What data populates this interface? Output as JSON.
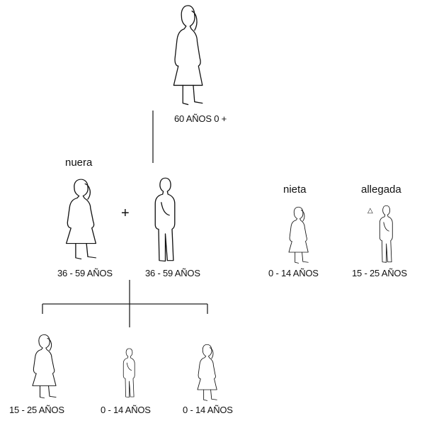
{
  "people": {
    "grandmother": {
      "age": "60 AÑOS 0 +",
      "figure": "woman-silhouette"
    },
    "daughter_in_law": {
      "role": "nuera",
      "age": "36 - 59 AÑOS",
      "figure": "woman-silhouette"
    },
    "son": {
      "age": "36 - 59 AÑOS",
      "figure": "man-silhouette"
    },
    "granddaughter": {
      "role": "nieta",
      "age": "0 - 14 AÑOS",
      "figure": "girl-silhouette"
    },
    "lodger": {
      "role": "allegada",
      "age": "15 - 25 AÑOS",
      "figure": "man-silhouette",
      "marker": "△"
    },
    "child_1": {
      "age": "15 - 25 AÑOS",
      "figure": "woman-silhouette"
    },
    "child_2": {
      "age": "0 - 14 AÑOS",
      "figure": "boy-silhouette"
    },
    "child_3": {
      "age": "0 - 14 AÑOS",
      "figure": "girl-silhouette"
    }
  },
  "union_symbol": "+",
  "colors": {
    "ink": "#111111",
    "background": "#ffffff"
  }
}
